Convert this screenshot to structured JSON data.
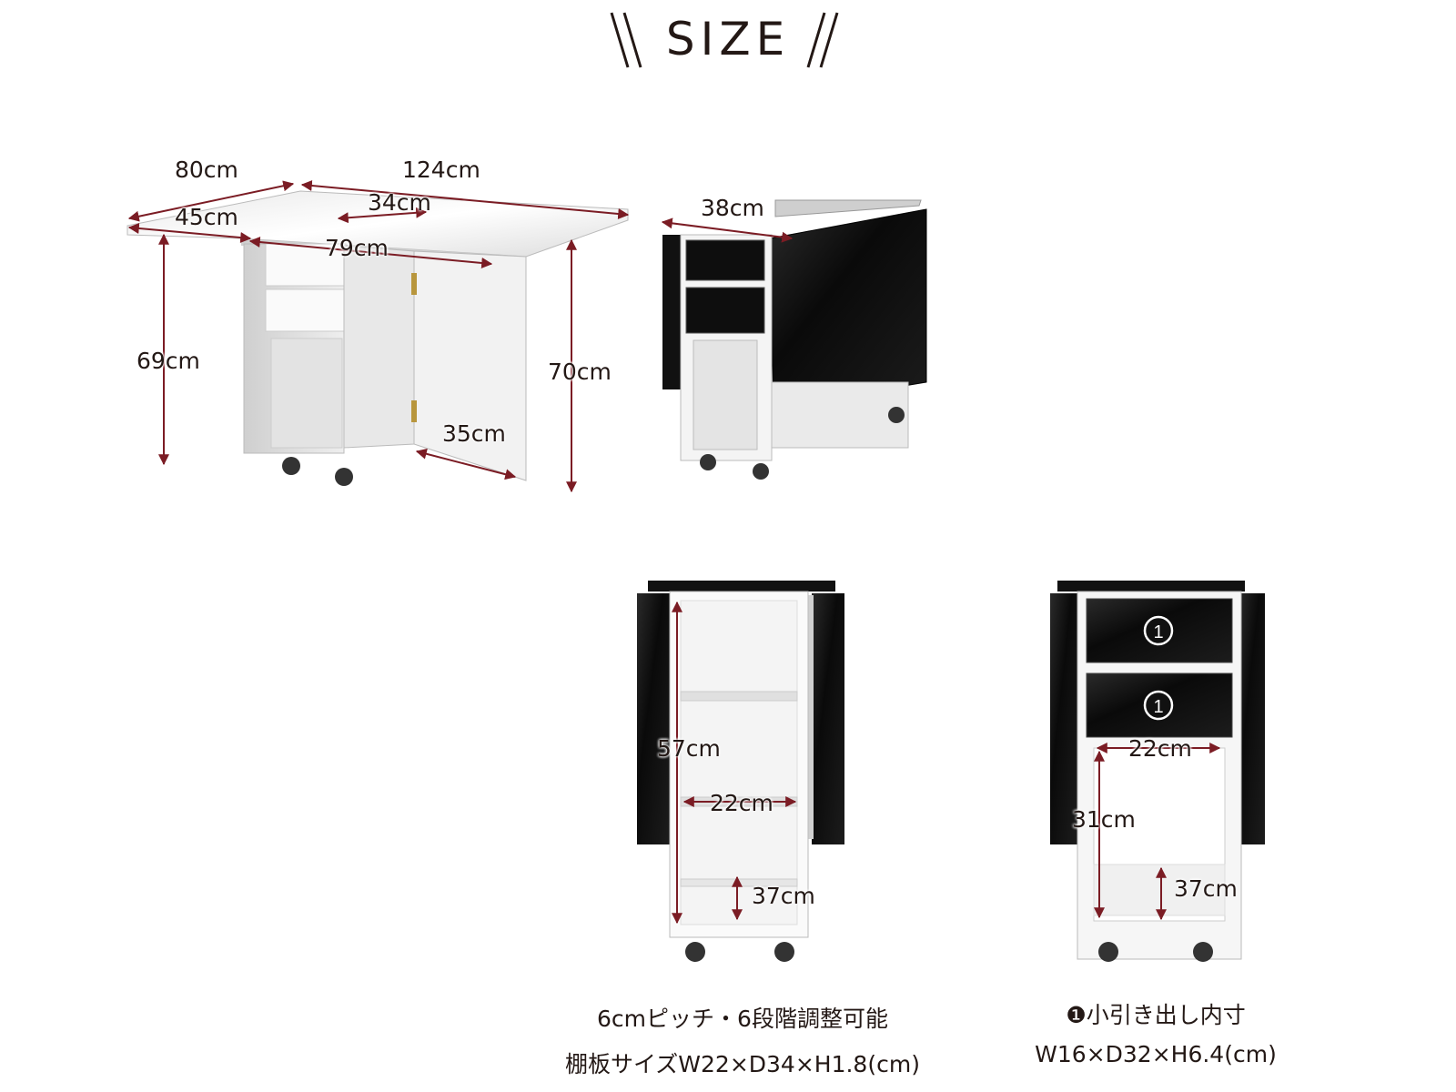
{
  "heading": {
    "title": "SIZE"
  },
  "open_table_view": {
    "depth_total": "80cm",
    "length_total": "124cm",
    "top_mid_depth": "34cm",
    "leaf_depth": "45cm",
    "top_length": "79cm",
    "height_left": "69cm",
    "height_right": "70cm",
    "base_depth": "35cm"
  },
  "folded_view": {
    "width": "38cm"
  },
  "shelf_cabinet_view": {
    "inner_height": "57cm",
    "shelf_width": "22cm",
    "bottom_height": "37cm",
    "caption_line1": "6cmピッチ・6段階調整可能",
    "caption_line2": "棚板サイズW22×D34×H1.8(cm)"
  },
  "drawer_cabinet_view": {
    "drawer_badge": "1",
    "inner_width": "22cm",
    "inner_height": "31cm",
    "bottom_height": "37cm",
    "caption_line1": "❶小引き出し内寸",
    "caption_line2": "W16×D32×H6.4(cm)"
  },
  "colors": {
    "dimension_arrow": "#7b1c24",
    "text": "#231815",
    "gloss_black": "#0e0e0e",
    "gloss_white": "#f4f4f4"
  }
}
